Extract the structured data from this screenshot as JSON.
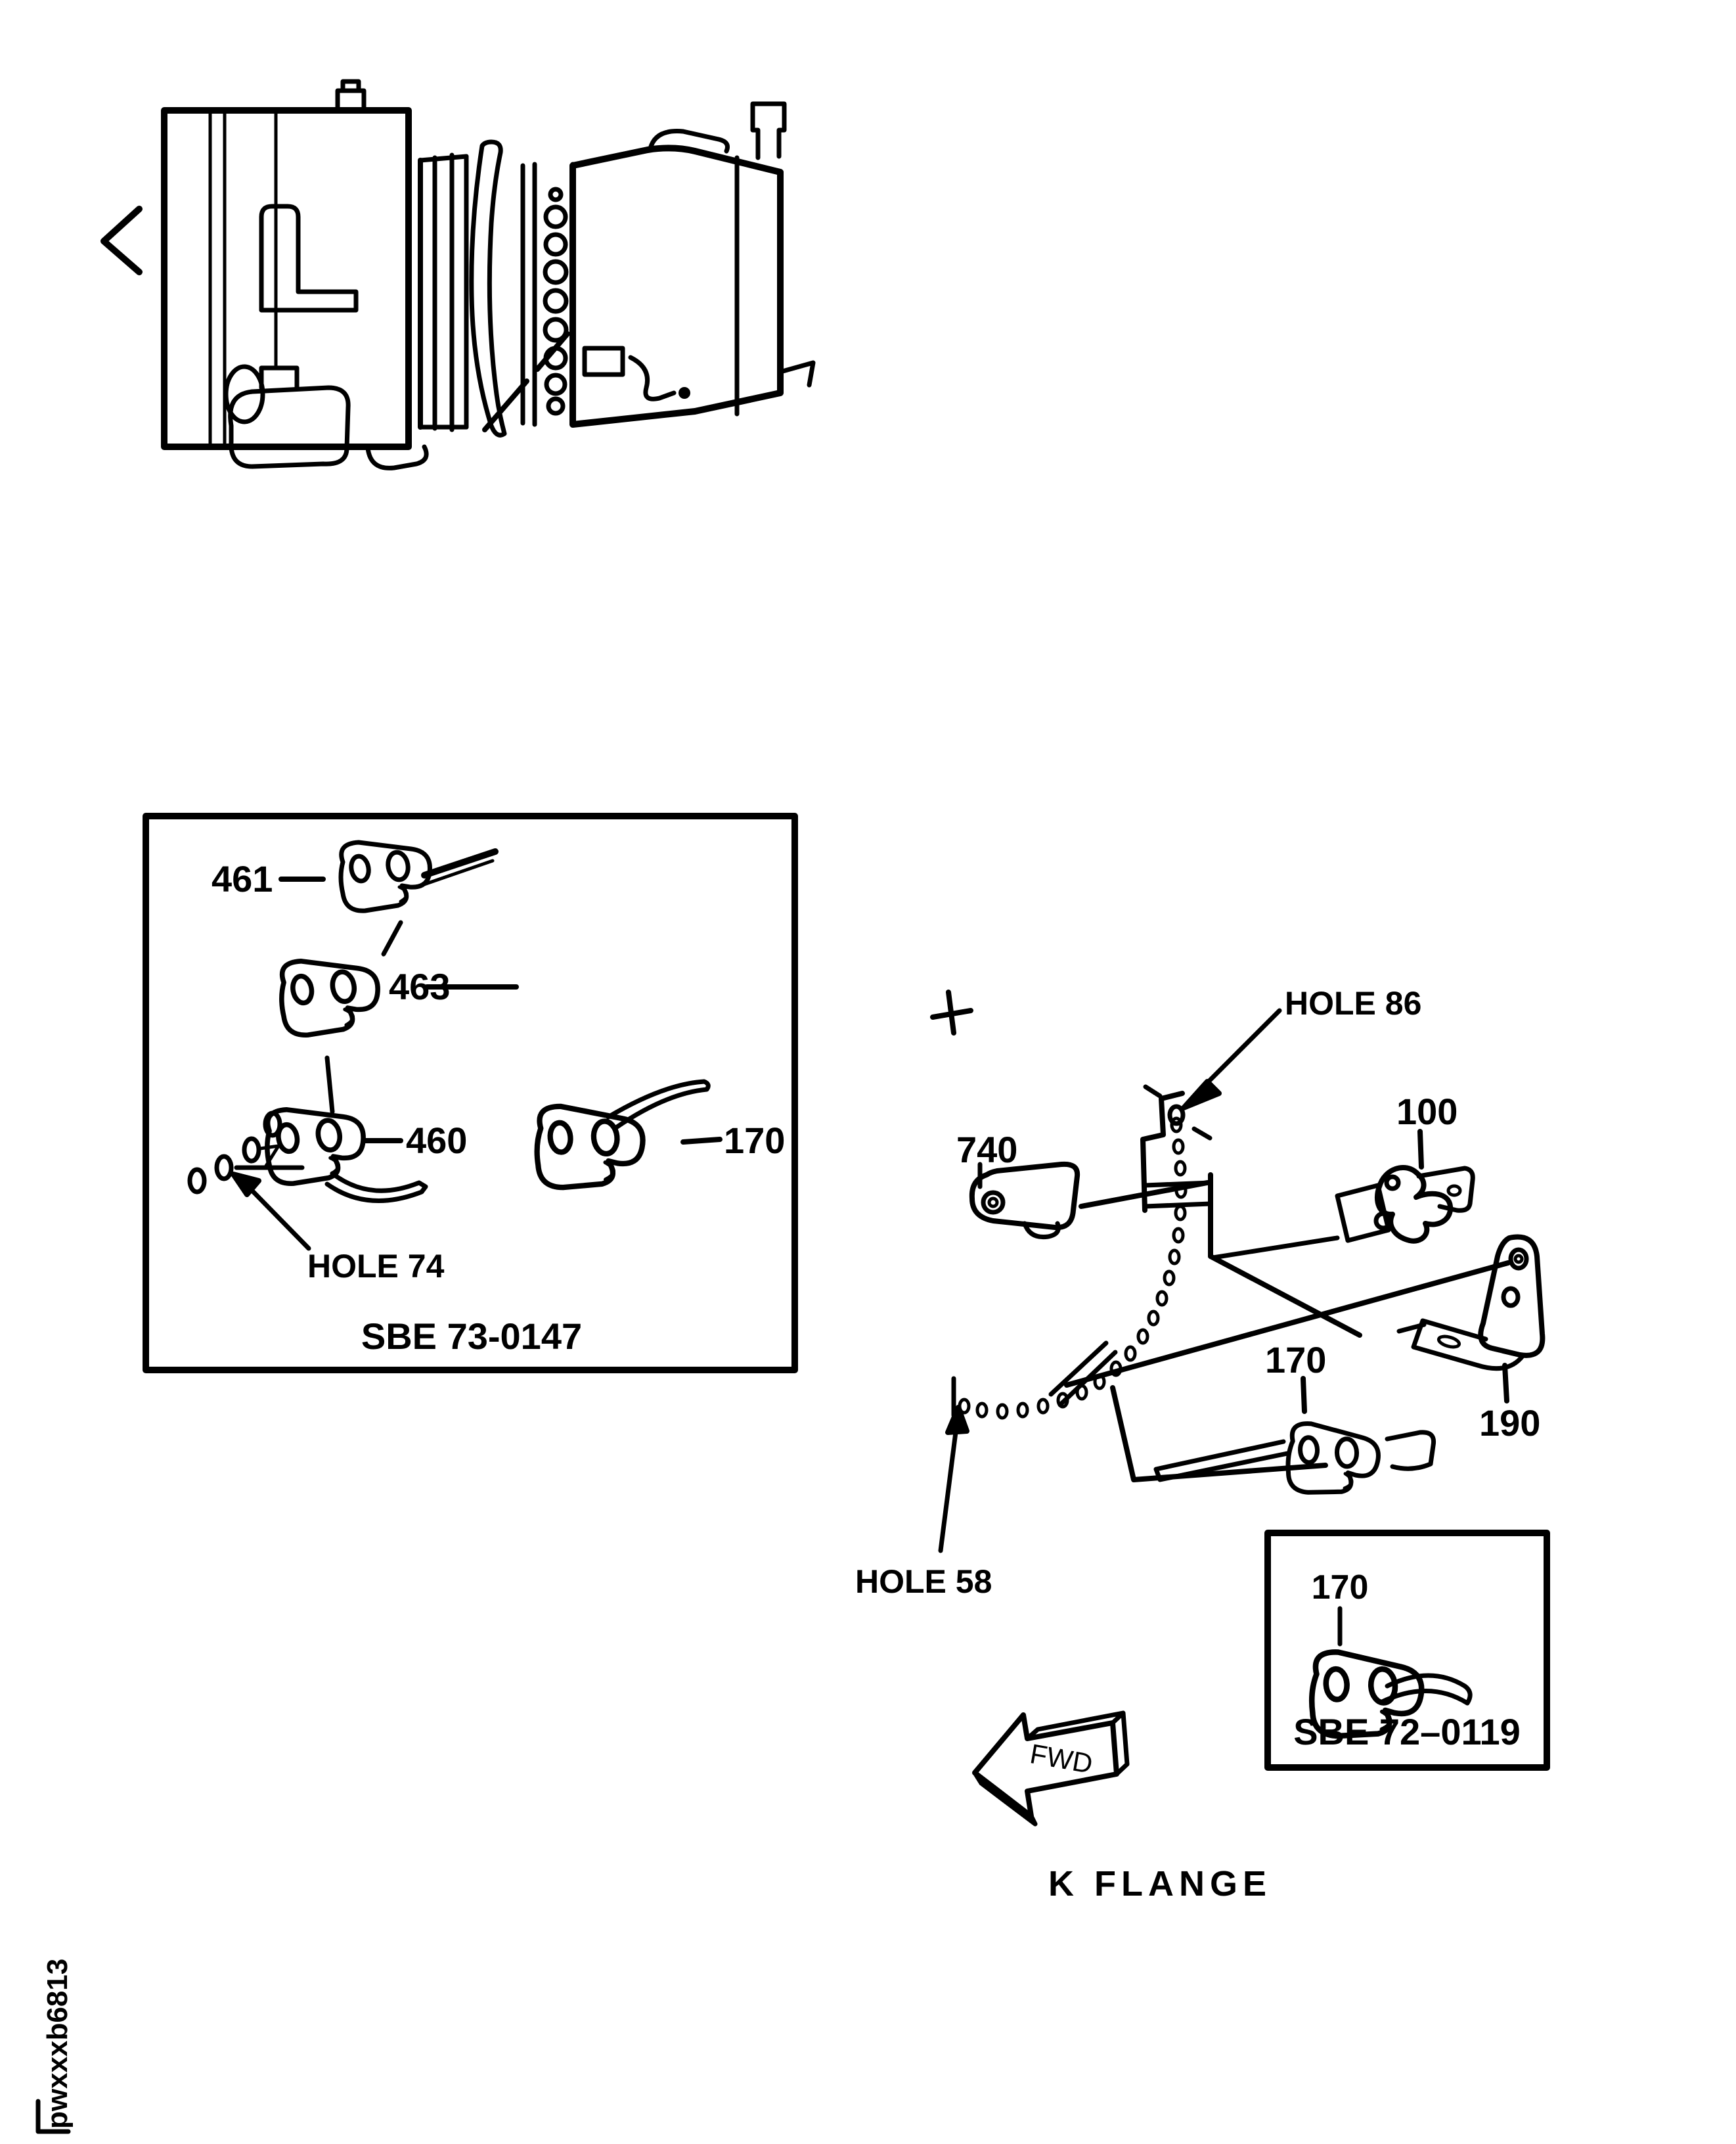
{
  "figure": {
    "code": "pwxxxb6813",
    "caption_k_flange": "K FLANGE",
    "colors": {
      "ink": "#000000",
      "paper": "#ffffff"
    }
  },
  "fwd_arrow": {
    "label": "FWD",
    "direction": "left"
  },
  "inset_left": {
    "caption": "SBE 73-0147",
    "hole_callout": "HOLE 74",
    "parts": {
      "p461": "461",
      "p463": "463",
      "p460": "460",
      "p170": "170"
    }
  },
  "assembly": {
    "hole86_callout": "HOLE 86",
    "hole58_callout": "HOLE 58",
    "parts": {
      "p740": "740",
      "p100": "100",
      "p170": "170",
      "p190": "190"
    }
  },
  "inset_right": {
    "caption": "SBE 72–0119",
    "parts": {
      "p170": "170"
    }
  }
}
